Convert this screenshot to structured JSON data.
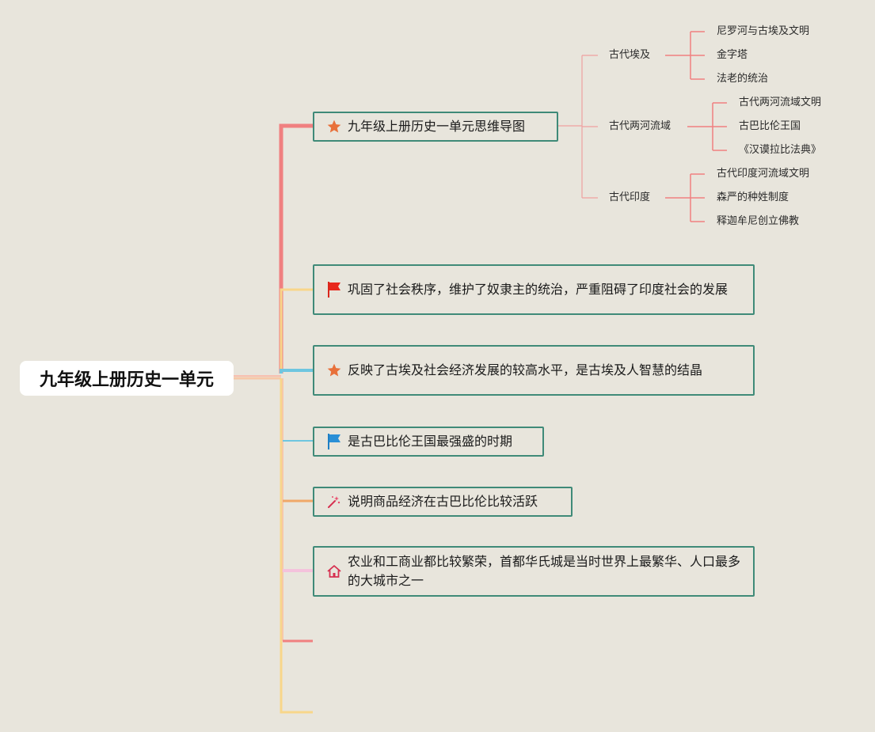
{
  "root": {
    "label": "九年级上册历史一单元"
  },
  "nodes": [
    {
      "label": "九年级上册历史一单元思维导图",
      "icon": "star-icon"
    },
    {
      "label": "巩固了社会秩序，维护了奴隶主的统治，严重阻碍了印度社会的发展",
      "icon": "flag-icon"
    },
    {
      "label": "反映了古埃及社会经济发展的较高水平，是古埃及人智慧的结晶",
      "icon": "star-icon"
    },
    {
      "label": "是古巴比伦王国最强盛的时期",
      "icon": "flag-icon"
    },
    {
      "label": "说明商品经济在古巴比伦比较活跃",
      "icon": "magic-wand-icon"
    },
    {
      "label": "农业和工商业都比较繁荣，首都华氏城是当时世界上最繁华、人口最多的大城市之一",
      "icon": "home-icon"
    }
  ],
  "branches": [
    {
      "label": "古代埃及",
      "children": [
        "尼罗河与古埃及文明",
        "金字塔",
        "法老的统治"
      ]
    },
    {
      "label": "古代两河流域",
      "children": [
        "古代两河流域文明",
        "古巴比伦王国",
        "《汉谟拉比法典》"
      ]
    },
    {
      "label": "古代印度",
      "children": [
        "古代印度河流域文明",
        "森严的种姓制度",
        "释迦牟尼创立佛教"
      ]
    }
  ],
  "colors": {
    "background": "#e8e5dc",
    "node_border": "#3f8a78",
    "branch_red": "#f08080",
    "branch_yellow": "#f8d68a",
    "branch_blue": "#6ec6e0",
    "branch_orange": "#f0a868",
    "branch_pink": "#f4c2dc",
    "sub_line": "#f0a0a0"
  }
}
